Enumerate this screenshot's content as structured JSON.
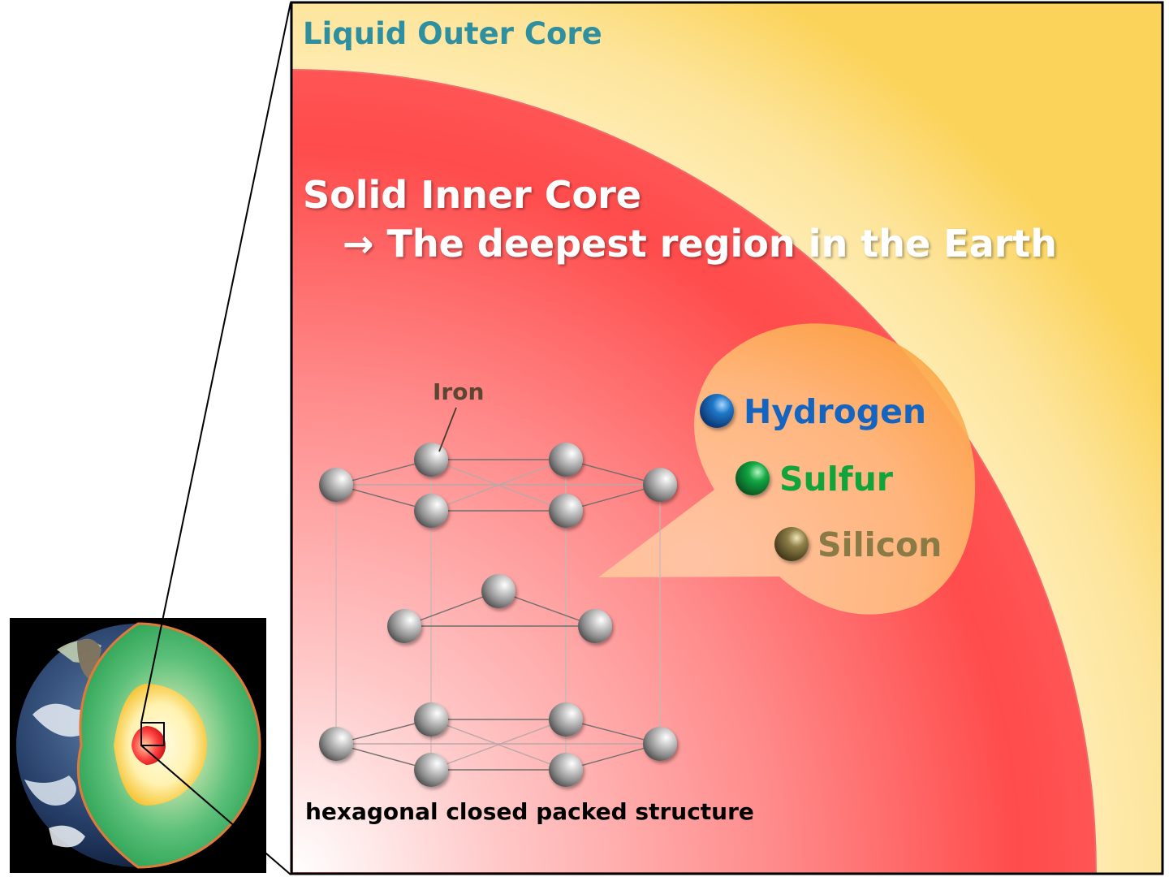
{
  "outer_core": {
    "label": "Liquid Outer Core"
  },
  "inner_core": {
    "label": "Solid Inner Core",
    "sublabel": "→ The deepest region in the Earth"
  },
  "lattice": {
    "atom_label": "Iron",
    "caption": "hexagonal closed packed structure"
  },
  "elements": [
    {
      "name": "Hydrogen",
      "color": "#1565c0"
    },
    {
      "name": "Sulfur",
      "color": "#12a33a"
    },
    {
      "name": "Silicon",
      "color": "#8a7a45"
    }
  ],
  "colors": {
    "outer_core": "#fbd35a",
    "inner_core": "#ff4a4a",
    "earth_mantle": "#2eaa55",
    "earth_crust": "#e07a3a"
  }
}
